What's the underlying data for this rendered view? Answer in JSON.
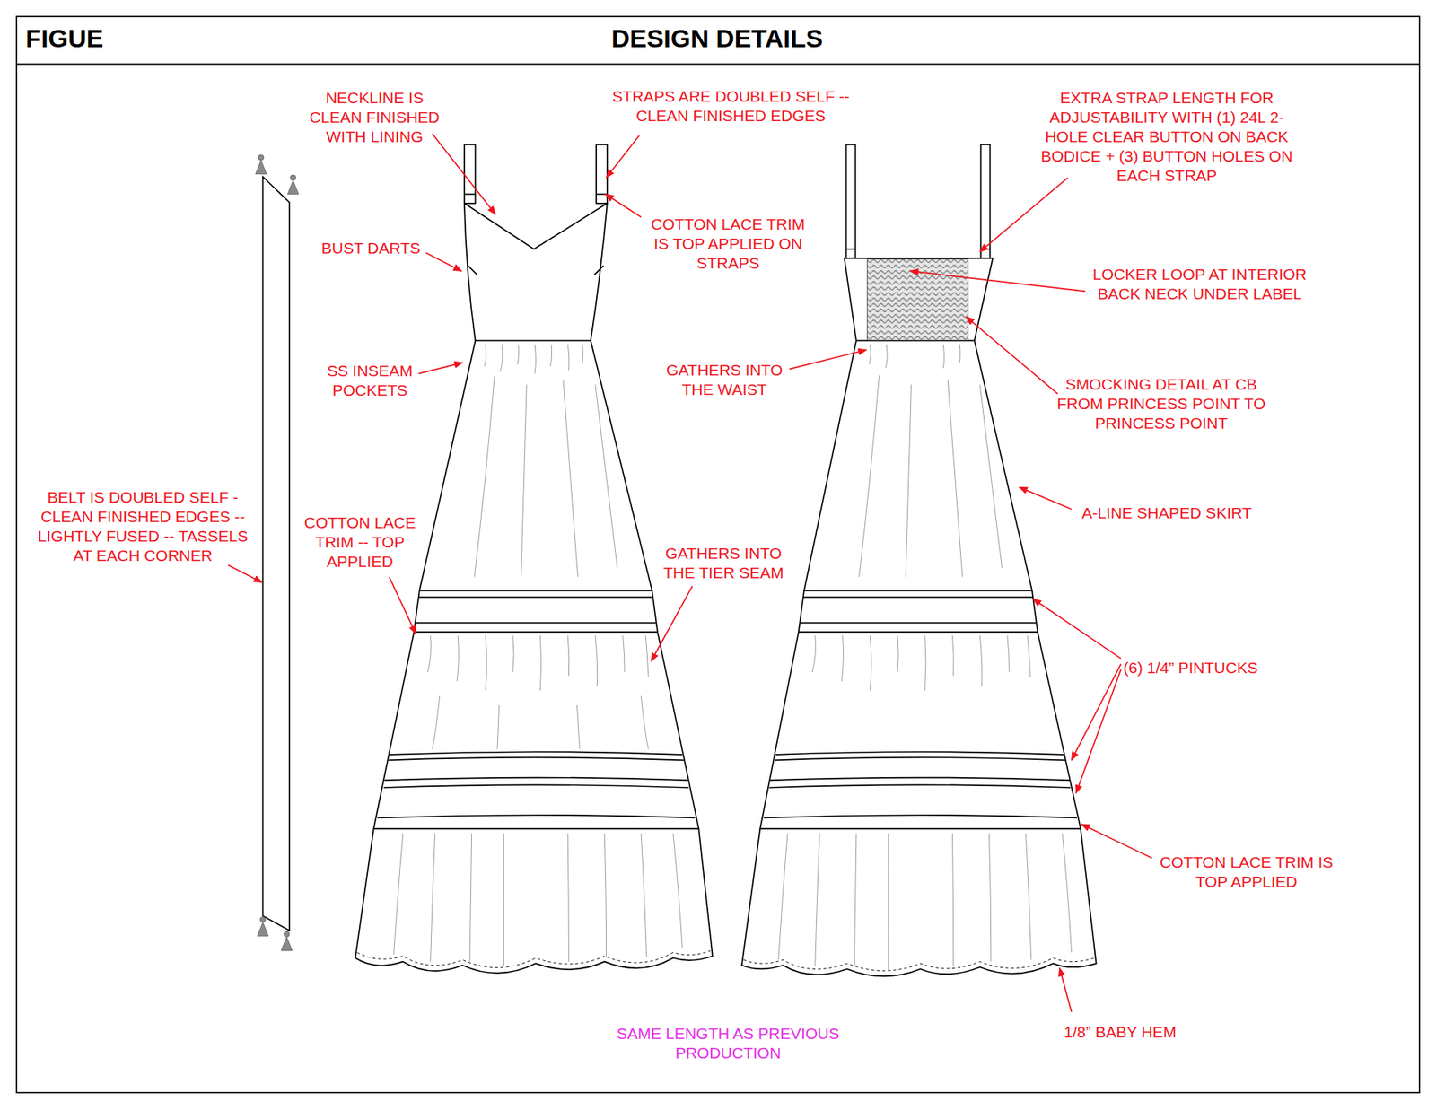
{
  "diagram": {
    "title": "DESIGN DETAILS",
    "labels": [
      "FIGUE",
      "NECKLINE IS CLEAN FINISHED WITH LINING",
      "STRAPS ARE DOUBLED SELF -- CLEAN FINISHED EDGES",
      "EXTRA STRAP LENGTH FOR ADJUSTABILITY WITH (1) 24L 2-HOLE CLEAR BUTTON ON BACK BODICE + (3) BUTTON HOLES ON EACH STRAP",
      "COTTON LACE TRIM IS TOP APPLIED ON STRAPS",
      "BUST DARTS",
      "LOCKER LOOP AT INTERIOR BACK NECK UNDER LABEL",
      "SS INSEAM POCKETS",
      "GATHERS INTO THE WAIST",
      "SMOCKING DETAIL AT CB FROM PRINCESS POINT TO PRINCESS POINT",
      "BELT IS DOUBLED SELF - CLEAN FINISHED EDGES -- LIGHTLY FUSED -- TASSELS AT EACH CORNER",
      "A-LINE SHAPED SKIRT",
      "COTTON LACE TRIM -- TOP APPLIED",
      "GATHERS INTO THE TIER SEAM",
      "(6) 1/4” PINTUCKS",
      "COTTON LACE TRIM IS TOP APPLIED",
      "SAME LENGTH AS PREVIOUS PRODUCTION",
      "1/8” BABY HEM"
    ]
  }
}
